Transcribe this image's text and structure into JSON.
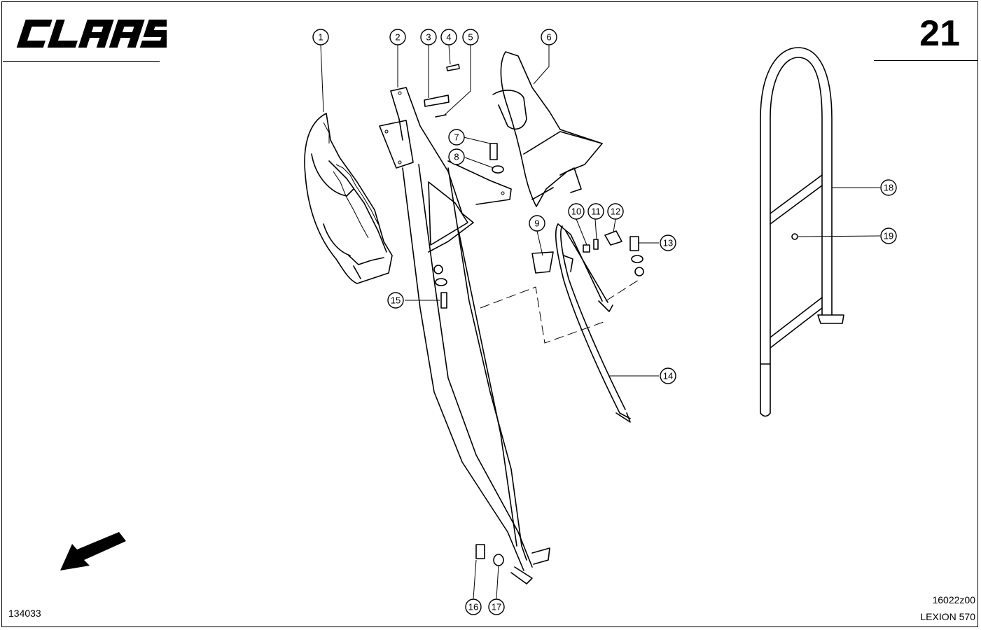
{
  "header": {
    "brand": "CLAAS",
    "page_number": "21"
  },
  "footer": {
    "diagram_id": "134033",
    "drawing_code": "16022z00",
    "model": "LEXION 570"
  },
  "callouts": [
    {
      "id": "1",
      "label": "1"
    },
    {
      "id": "2",
      "label": "2"
    },
    {
      "id": "3",
      "label": "3"
    },
    {
      "id": "4",
      "label": "4"
    },
    {
      "id": "5",
      "label": "5"
    },
    {
      "id": "6",
      "label": "6"
    },
    {
      "id": "7",
      "label": "7"
    },
    {
      "id": "8",
      "label": "8"
    },
    {
      "id": "9",
      "label": "9"
    },
    {
      "id": "10",
      "label": "10"
    },
    {
      "id": "11",
      "label": "11"
    },
    {
      "id": "12",
      "label": "12"
    },
    {
      "id": "13",
      "label": "13"
    },
    {
      "id": "14",
      "label": "14"
    },
    {
      "id": "15",
      "label": "15"
    },
    {
      "id": "16",
      "label": "16"
    },
    {
      "id": "17",
      "label": "17"
    },
    {
      "id": "18",
      "label": "18"
    },
    {
      "id": "19",
      "label": "19"
    }
  ]
}
